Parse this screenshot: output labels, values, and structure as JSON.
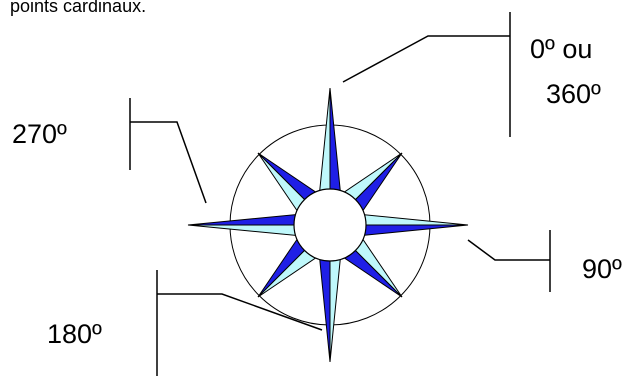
{
  "caption": "points cardinaux.",
  "labels": {
    "north_line1": "0º ou",
    "north_line2": "360º",
    "east": "90º",
    "south": "180º",
    "west": "270º"
  },
  "colors": {
    "dark_blue": "#1f1fe6",
    "light_cyan": "#bff8fb",
    "outline": "#000000",
    "background": "#ffffff"
  }
}
